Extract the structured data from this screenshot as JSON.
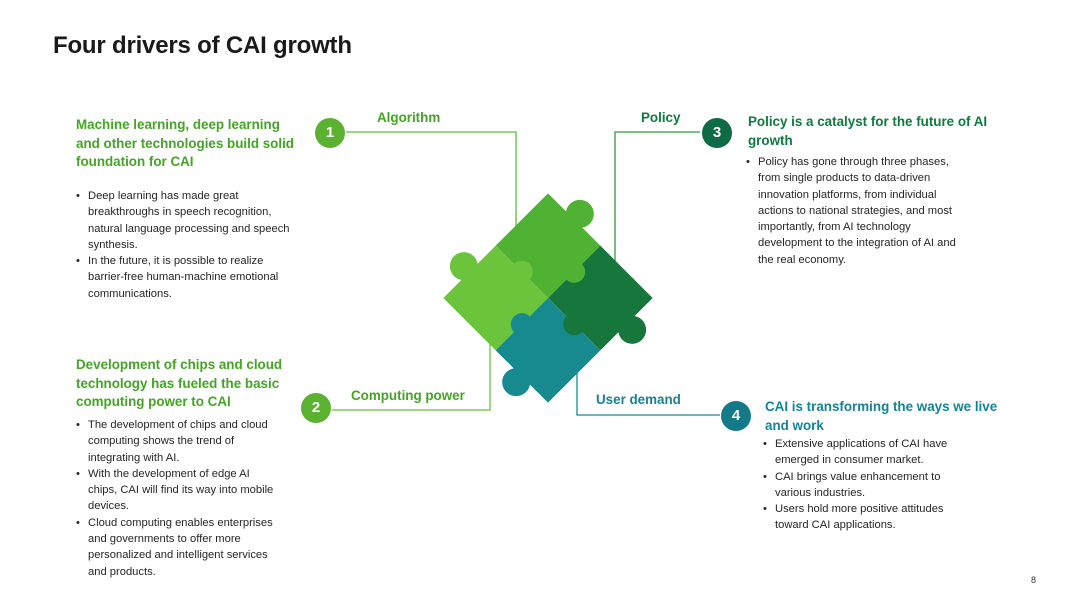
{
  "title": "Four drivers of CAI growth",
  "drivers": [
    {
      "number": "1",
      "label": "Algorithm",
      "heading": [
        "Machine learning, deep learning",
        "and other technologies build solid",
        "foundation for CAI"
      ],
      "bullets": [
        [
          "Deep learning has made great",
          "breakthroughs in speech recognition,",
          "natural language processing and speech",
          "synthesis."
        ],
        [
          "In the future, it is possible to realize",
          "barrier-free human-machine emotional",
          "communications."
        ]
      ]
    },
    {
      "number": "2",
      "label": "Computing power",
      "heading": [
        "Development of chips and cloud",
        "technology has fueled the basic",
        "computing power to CAI"
      ],
      "bullets": [
        [
          "The development of chips and cloud",
          "computing shows the trend of",
          "integrating with AI."
        ],
        [
          "With the development of edge AI",
          "chips,  CAI will find its way into mobile",
          "devices."
        ],
        [
          "Cloud computing enables enterprises",
          "and governments to offer more",
          "personalized and intelligent services",
          "and products."
        ]
      ]
    },
    {
      "number": "3",
      "label": "Policy",
      "heading": [
        "Policy is a catalyst for the future of AI",
        "growth"
      ],
      "bullets": [
        [
          "Policy has gone through three phases,",
          "from single products to data-driven",
          "innovation platforms, from individual",
          "actions to national strategies, and most",
          "importantly, from AI technology",
          "development to the integration of AI and",
          "the real economy."
        ]
      ]
    },
    {
      "number": "4",
      "label": "User demand",
      "heading": [
        "CAI is transforming the ways we live",
        "and work"
      ],
      "bullets": [
        [
          "Extensive applications of CAI have",
          "emerged in consumer market."
        ],
        [
          "CAI brings value enhancement to",
          "various industries."
        ],
        [
          "Users hold more positive attitudes",
          "toward CAI applications."
        ]
      ]
    }
  ],
  "colors": {
    "algorithm": "#5cbd3e",
    "policy": "#2f9a3f",
    "computing": "#67c23a",
    "user_demand": "#178a8a",
    "circle_green": "#5bb130",
    "circle_dark": "#0e6b45",
    "circle_teal": "#147a8a"
  },
  "page_number": "8"
}
